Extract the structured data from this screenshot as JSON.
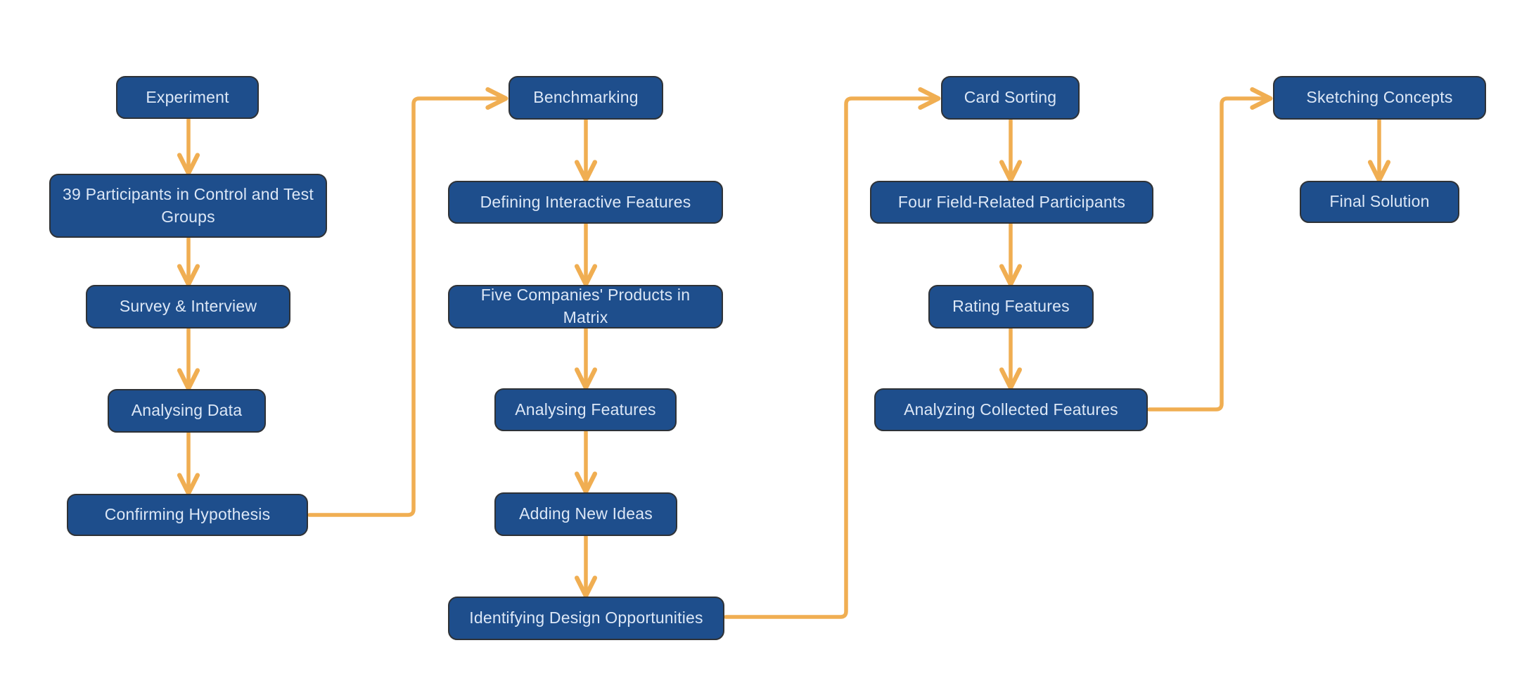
{
  "diagram": {
    "type": "flowchart",
    "background": "#ffffff",
    "colors": {
      "node_fill": "#1e4e8c",
      "node_border": "#2e3237",
      "node_text": "#dce7f6",
      "arrow": "#f0ae52"
    },
    "nodes": {
      "experiment": {
        "label": "Experiment"
      },
      "participants": {
        "label": "39 Participants in Control and Test Groups"
      },
      "survey_interview": {
        "label": "Survey & Interview"
      },
      "analysing_data": {
        "label": "Analysing Data"
      },
      "confirming_hypothesis": {
        "label": "Confirming Hypothesis"
      },
      "benchmarking": {
        "label": "Benchmarking"
      },
      "defining_interactive_features": {
        "label": "Defining Interactive Features"
      },
      "five_companies_products": {
        "label": "Five Companies' Products in Matrix"
      },
      "analysing_features": {
        "label": "Analysing Features"
      },
      "adding_new_ideas": {
        "label": "Adding New Ideas"
      },
      "identifying_design_opportunities": {
        "label": "Identifying Design Opportunities"
      },
      "card_sorting": {
        "label": "Card Sorting"
      },
      "four_field_related_participants": {
        "label": "Four Field-Related Participants"
      },
      "rating_features": {
        "label": "Rating Features"
      },
      "analyzing_collected_features": {
        "label": "Analyzing Collected Features"
      },
      "sketching_concepts": {
        "label": "Sketching Concepts"
      },
      "final_solution": {
        "label": "Final Solution"
      }
    },
    "edges": [
      {
        "from": "experiment",
        "to": "participants"
      },
      {
        "from": "participants",
        "to": "survey_interview"
      },
      {
        "from": "survey_interview",
        "to": "analysing_data"
      },
      {
        "from": "analysing_data",
        "to": "confirming_hypothesis"
      },
      {
        "from": "confirming_hypothesis",
        "to": "benchmarking"
      },
      {
        "from": "benchmarking",
        "to": "defining_interactive_features"
      },
      {
        "from": "defining_interactive_features",
        "to": "five_companies_products"
      },
      {
        "from": "five_companies_products",
        "to": "analysing_features"
      },
      {
        "from": "analysing_features",
        "to": "adding_new_ideas"
      },
      {
        "from": "adding_new_ideas",
        "to": "identifying_design_opportunities"
      },
      {
        "from": "identifying_design_opportunities",
        "to": "card_sorting"
      },
      {
        "from": "card_sorting",
        "to": "four_field_related_participants"
      },
      {
        "from": "four_field_related_participants",
        "to": "rating_features"
      },
      {
        "from": "rating_features",
        "to": "analyzing_collected_features"
      },
      {
        "from": "analyzing_collected_features",
        "to": "sketching_concepts"
      },
      {
        "from": "sketching_concepts",
        "to": "final_solution"
      }
    ]
  }
}
